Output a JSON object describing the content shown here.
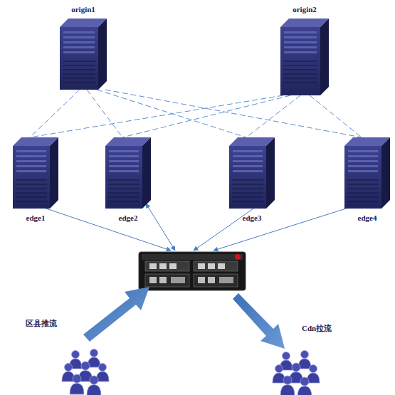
{
  "diagram": {
    "nodes": [
      {
        "text": [
          "origin1"
        ]
      },
      {
        "text": [
          "origin2"
        ]
      },
      {
        "text": [
          "edge1"
        ]
      },
      {
        "text": [
          "edge2"
        ]
      },
      {
        "text": [
          "edge3"
        ]
      },
      {
        "text": [
          "edge4"
        ]
      }
    ],
    "edges": [
      {
        "from": 0,
        "to": 2,
        "arrow": "none"
      },
      {
        "from": 0,
        "to": 3,
        "arrow": "none"
      },
      {
        "from": 0,
        "to": 4,
        "arrow": "none"
      },
      {
        "from": 0,
        "to": 5,
        "arrow": "none"
      },
      {
        "from": 1,
        "to": 2,
        "arrow": "none"
      },
      {
        "from": 1,
        "to": 3,
        "arrow": "none"
      },
      {
        "from": 1,
        "to": 4,
        "arrow": "none"
      },
      {
        "from": 1,
        "to": 5,
        "arrow": "none"
      }
    ],
    "labels": [
      "区县推流",
      "Cdn拉流"
    ]
  }
}
